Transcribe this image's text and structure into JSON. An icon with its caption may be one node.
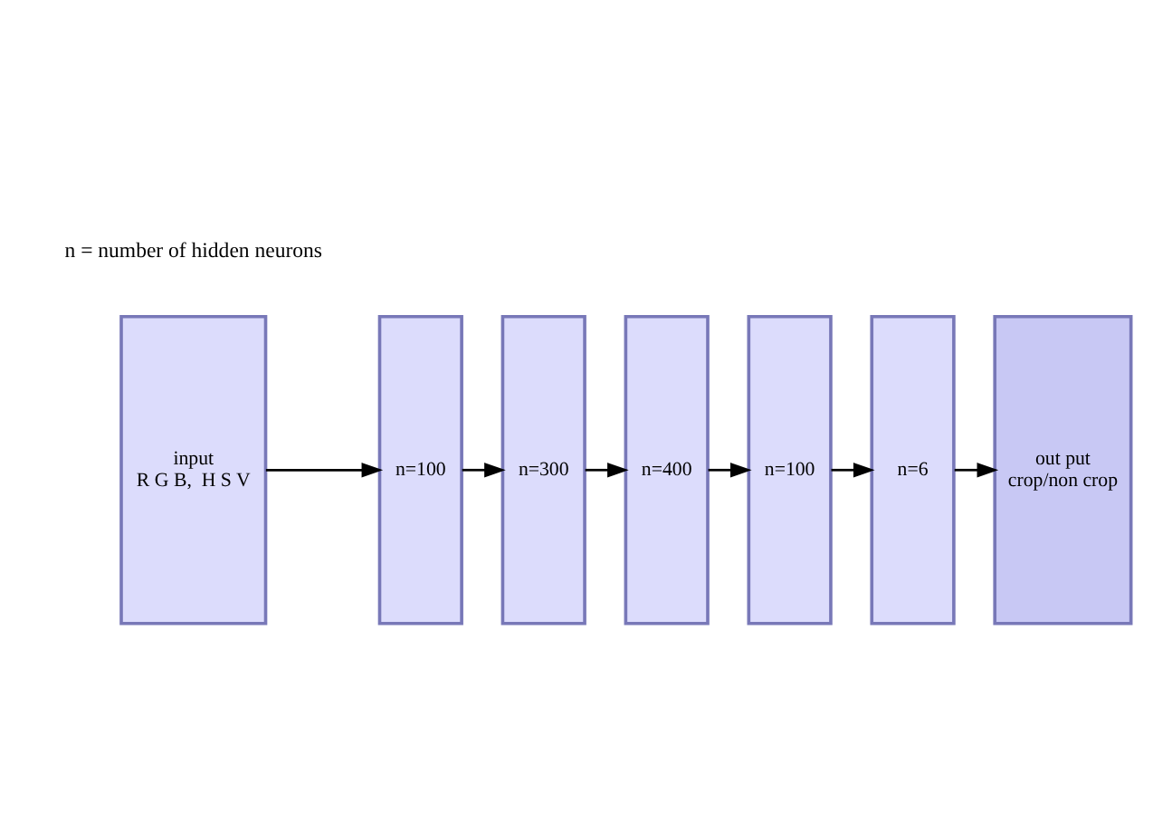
{
  "diagram": {
    "nodes": [
      {
        "text": [
          "input",
          "R G B,  H S V"
        ]
      },
      {
        "text": [
          "n=100"
        ]
      },
      {
        "text": [
          "n=300"
        ]
      },
      {
        "text": [
          "n=400"
        ]
      },
      {
        "text": [
          "n=100"
        ]
      },
      {
        "text": [
          "n=6"
        ]
      },
      {
        "text": [
          "out put",
          "crop/non crop"
        ]
      }
    ],
    "edges": [
      {
        "from": 0,
        "to": 1,
        "arrow": "to"
      },
      {
        "from": 1,
        "to": 2,
        "arrow": "to"
      },
      {
        "from": 2,
        "to": 3,
        "arrow": "to"
      },
      {
        "from": 3,
        "to": 4,
        "arrow": "to"
      },
      {
        "from": 4,
        "to": 5,
        "arrow": "to"
      },
      {
        "from": 5,
        "to": 6,
        "arrow": "to"
      }
    ],
    "labels": [
      "n = number of hidden neurons"
    ]
  }
}
